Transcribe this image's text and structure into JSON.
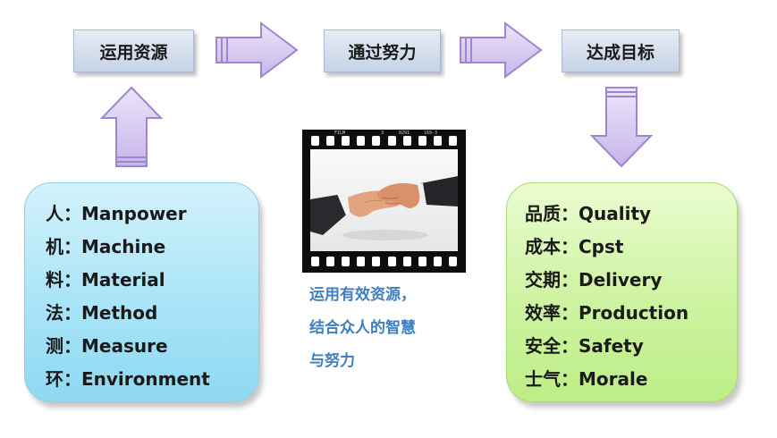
{
  "steps": [
    {
      "label": "运用资源"
    },
    {
      "label": "通过努力"
    },
    {
      "label": "达成目标"
    }
  ],
  "left_panel": {
    "items": [
      {
        "text": "人：Manpower"
      },
      {
        "text": "机：Machine"
      },
      {
        "text": "料：Material"
      },
      {
        "text": "法：Method"
      },
      {
        "text": "测：Measure"
      },
      {
        "text": "环：Environment"
      }
    ]
  },
  "right_panel": {
    "items": [
      {
        "text": "品质：Quality"
      },
      {
        "text": "成本：Cpst"
      },
      {
        "text": "交期：Delivery"
      },
      {
        "text": "效率：Production"
      },
      {
        "text": "安全：Safety"
      },
      {
        "text": "士气：Morale"
      }
    ]
  },
  "film": {
    "top_marks": [
      "FILM",
      "3",
      "0291",
      "169-3"
    ]
  },
  "caption": {
    "lines": [
      "运用有效资源，",
      "结合众人的智慧",
      "与努力"
    ]
  },
  "colors": {
    "arrow_fill": "#d6c8ee",
    "arrow_stroke": "#9c86cf",
    "caption": "#3f7fc0",
    "left_panel": "#a9e4f7",
    "right_panel": "#cdf3a0"
  },
  "icons": [
    "right-arrow-icon",
    "up-arrow-icon",
    "down-arrow-icon",
    "handshake-photo"
  ]
}
